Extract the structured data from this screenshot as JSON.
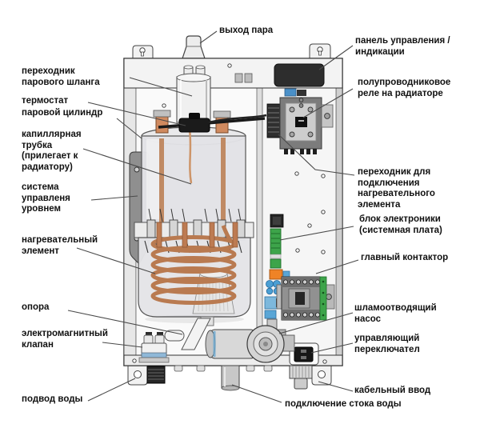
{
  "colors": {
    "copper": "#b97a50",
    "panel_dark": "#2d2d2d",
    "pcb_green": "#3da44a",
    "orange_block": "#ef8326",
    "blue_component": "#4a9fd4",
    "label_text": "#111111",
    "line": "#4a4a4a"
  },
  "labels": {
    "steam_outlet": "выход пара",
    "control_panel": "панель управления /\nиндикации",
    "ssr_on_heatsink": "полупроводниковое\nреле на радиаторе",
    "heater_connection_adapter": "переходник для\nподключения\nнагревательного\nэлемента",
    "electronics_unit": "блок электроники\n(системная плата)",
    "main_contactor": "главный контактор",
    "blowdown_pump": "шламоотводящий\nнасос",
    "control_switch": "управляющий\nпереключател",
    "cable_entry": "кабельный ввод",
    "drain_connection": "подключение стока воды",
    "steam_hose_adapter": "переходник\nпарового шланга",
    "thermostat": "термостат",
    "steam_cylinder": "паровой цилиндр",
    "capillary_tube": "капиллярная\nтрубка\n(прилегает к\nрадиатору)",
    "level_control_system": "система\nуправленя\nуровнем",
    "heating_element": "нагревательный\nэлемент",
    "support": "опора",
    "solenoid_valve": "электромагнитный\nклапан",
    "water_inlet": "подвод воды"
  }
}
